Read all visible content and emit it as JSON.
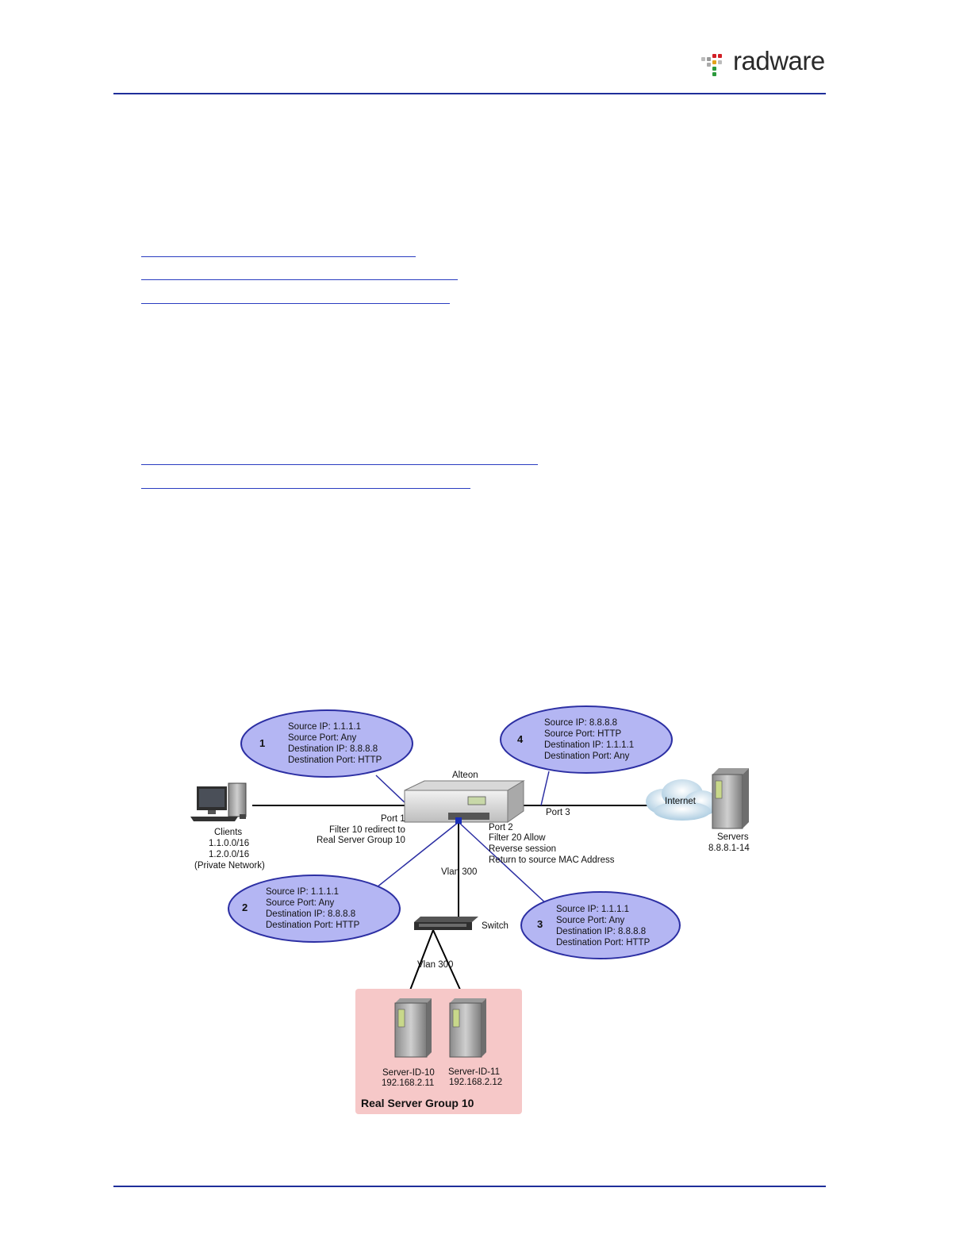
{
  "header": {
    "logo_text": "radware",
    "rule_color": "#1f2f9a"
  },
  "colors": {
    "link": "#2a3cc0",
    "ellipse_fill": "#b4b6f3",
    "ellipse_stroke": "#2c2fa3",
    "rsg_fill": "#f6c8c8"
  },
  "diagram": {
    "alteon_label": "Alteon",
    "clients": {
      "label": "Clients",
      "net1": "1.1.0.0/16",
      "net2": "1.2.0.0/16",
      "note": "(Private Network)"
    },
    "port1": {
      "line1": "Port 1",
      "line2": "Filter 10 redirect to",
      "line3": "Real Server Group 10"
    },
    "port2": {
      "line1": "Port 2",
      "line2": "Filter 20 Allow",
      "line3": "Reverse session",
      "line4": "Return to source MAC Address"
    },
    "port3": "Port 3",
    "internet": "Internet",
    "servers": {
      "label": "Servers",
      "range": "8.8.8.1-14"
    },
    "vlan_top": "Vlan 300",
    "vlan_bottom": "Vlan 300",
    "switch": "Switch",
    "real_server_group": "Real Server Group 10",
    "server10": {
      "name": "Server-ID-10",
      "ip": "192.168.2.11"
    },
    "server11": {
      "name": "Server-ID-11",
      "ip": "192.168.2.12"
    },
    "bubbles": [
      {
        "num": "1",
        "l1": "Source IP: 1.1.1.1",
        "l2": "Source Port: Any",
        "l3": "Destination IP: 8.8.8.8",
        "l4": "Destination Port: HTTP"
      },
      {
        "num": "2",
        "l1": "Source IP: 1.1.1.1",
        "l2": "Source Port: Any",
        "l3": "Destination IP: 8.8.8.8",
        "l4": "Destination Port: HTTP"
      },
      {
        "num": "3",
        "l1": "Source IP: 1.1.1.1",
        "l2": "Source Port: Any",
        "l3": "Destination IP: 8.8.8.8",
        "l4": "Destination Port: HTTP"
      },
      {
        "num": "4",
        "l1": "Source IP: 8.8.8.8",
        "l2": "Source Port: HTTP",
        "l3": "Destination IP: 1.1.1.1",
        "l4": "Destination Port: Any"
      }
    ]
  }
}
